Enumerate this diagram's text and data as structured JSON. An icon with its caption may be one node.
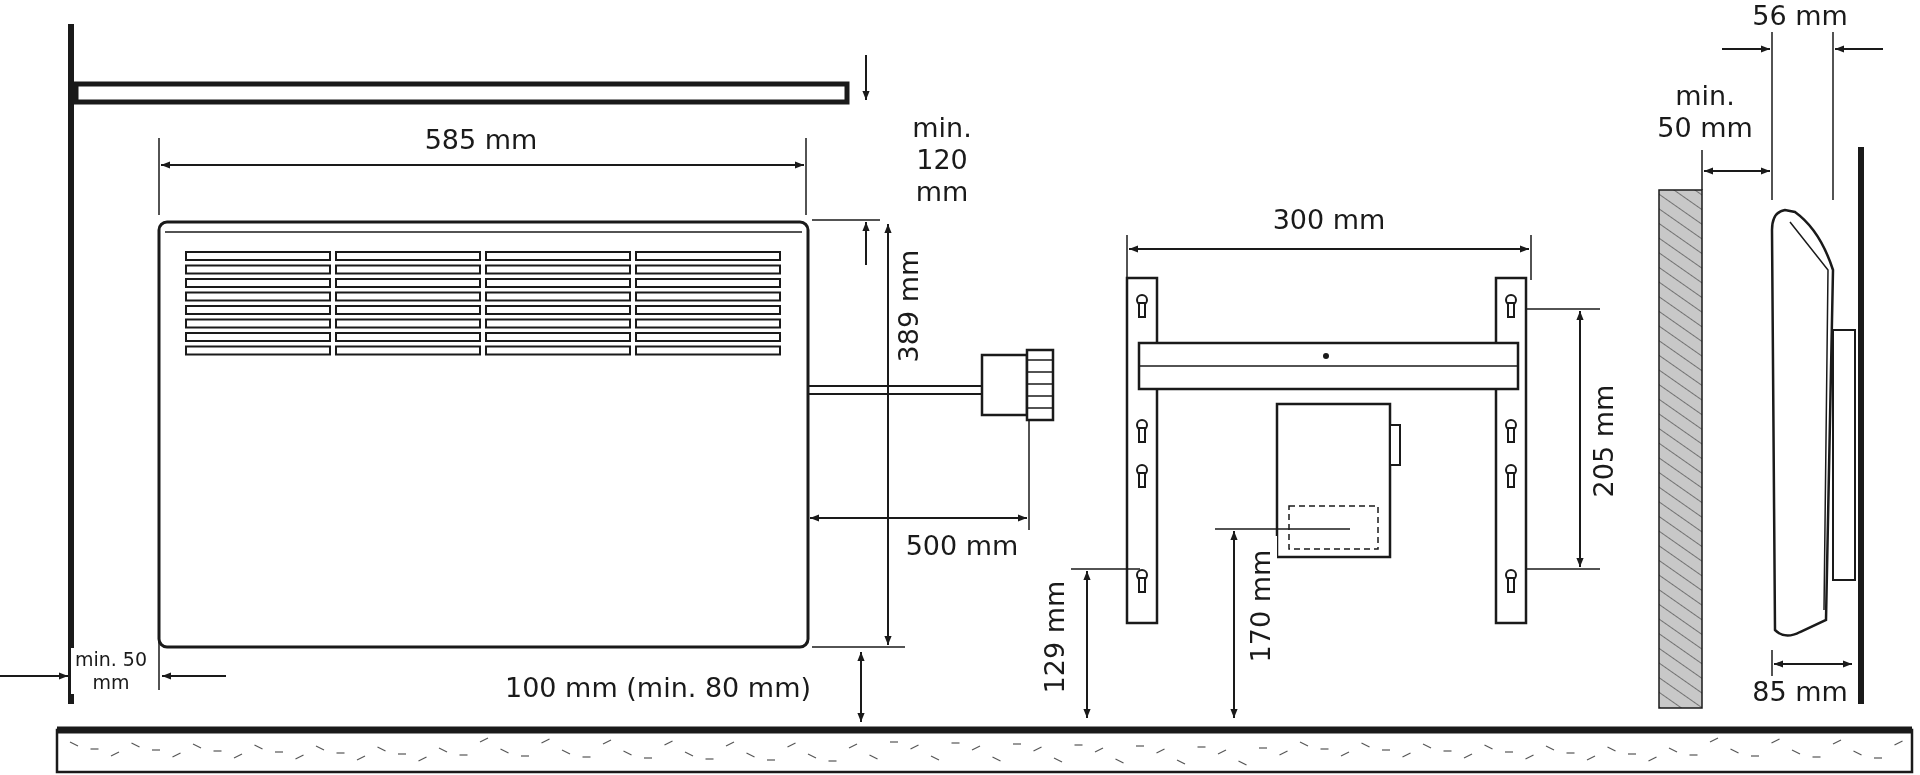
{
  "diagram": {
    "labels": [
      "56 mm",
      "585 mm",
      "min. 120 mm",
      "min. 50 mm",
      "300 mm",
      "389 mm",
      "205 mm",
      "500 mm",
      "170 mm",
      "129 mm",
      "min. 50 mm",
      "100 mm (min. 80 mm)",
      "85 mm"
    ]
  }
}
